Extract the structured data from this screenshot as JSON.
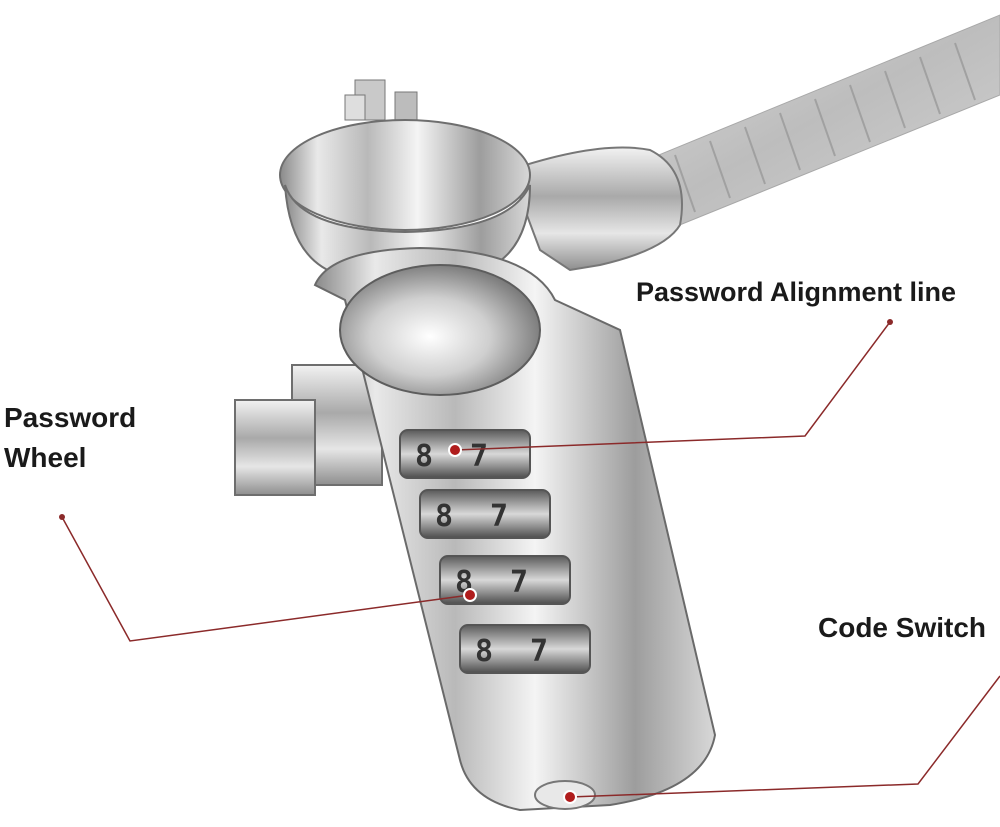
{
  "callouts": {
    "alignment_line": "Password Alignment line",
    "wheel_line1": "Password",
    "wheel_line2": "Wheel",
    "code_switch": "Code Switch"
  },
  "wheels": [
    {
      "digit_a": "8",
      "digit_b": "7"
    },
    {
      "digit_a": "8",
      "digit_b": "7"
    },
    {
      "digit_a": "8",
      "digit_b": "7"
    },
    {
      "digit_a": "8",
      "digit_b": "7"
    }
  ],
  "colors": {
    "leader_line": "#8b2a2a",
    "marker": "#b01c1c",
    "text": "#1a1a1a"
  }
}
